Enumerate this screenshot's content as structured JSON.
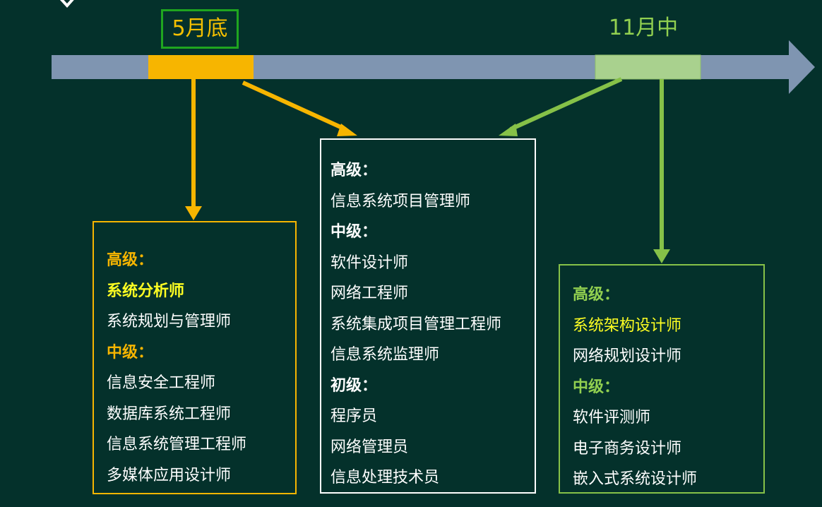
{
  "timeline": {
    "start_label": "5月底",
    "end_label": "11月中",
    "colors": {
      "bar": "#7f95b1",
      "start_marker": "#f7b500",
      "end_marker": "#a9d18e",
      "background": "#04312b"
    }
  },
  "groups": {
    "left": {
      "items": [
        {
          "text": "高级：",
          "kind": "heading"
        },
        {
          "text": "系统分析师",
          "kind": "highlight"
        },
        {
          "text": "系统规划与管理师",
          "kind": "normal"
        },
        {
          "text": "中级：",
          "kind": "heading"
        },
        {
          "text": "信息安全工程师",
          "kind": "normal"
        },
        {
          "text": "数据库系统工程师",
          "kind": "normal"
        },
        {
          "text": "信息系统管理工程师",
          "kind": "normal"
        },
        {
          "text": "多媒体应用设计师",
          "kind": "normal"
        }
      ]
    },
    "middle": {
      "items": [
        {
          "text": "高级：",
          "kind": "heading"
        },
        {
          "text": "信息系统项目管理师",
          "kind": "normal"
        },
        {
          "text": "中级：",
          "kind": "heading"
        },
        {
          "text": "软件设计师",
          "kind": "normal"
        },
        {
          "text": "网络工程师",
          "kind": "normal"
        },
        {
          "text": "系统集成项目管理工程师",
          "kind": "normal"
        },
        {
          "text": "信息系统监理师",
          "kind": "normal"
        },
        {
          "text": "初级：",
          "kind": "heading"
        },
        {
          "text": "程序员",
          "kind": "normal"
        },
        {
          "text": "网络管理员",
          "kind": "normal"
        },
        {
          "text": "信息处理技术员",
          "kind": "normal"
        }
      ]
    },
    "right": {
      "items": [
        {
          "text": "高级：",
          "kind": "heading"
        },
        {
          "text": "系统架构设计师",
          "kind": "highlight"
        },
        {
          "text": "网络规划设计师",
          "kind": "normal"
        },
        {
          "text": "中级：",
          "kind": "heading"
        },
        {
          "text": "软件评测师",
          "kind": "normal"
        },
        {
          "text": "电子商务设计师",
          "kind": "normal"
        },
        {
          "text": "嵌入式系统设计师",
          "kind": "normal"
        }
      ]
    }
  }
}
